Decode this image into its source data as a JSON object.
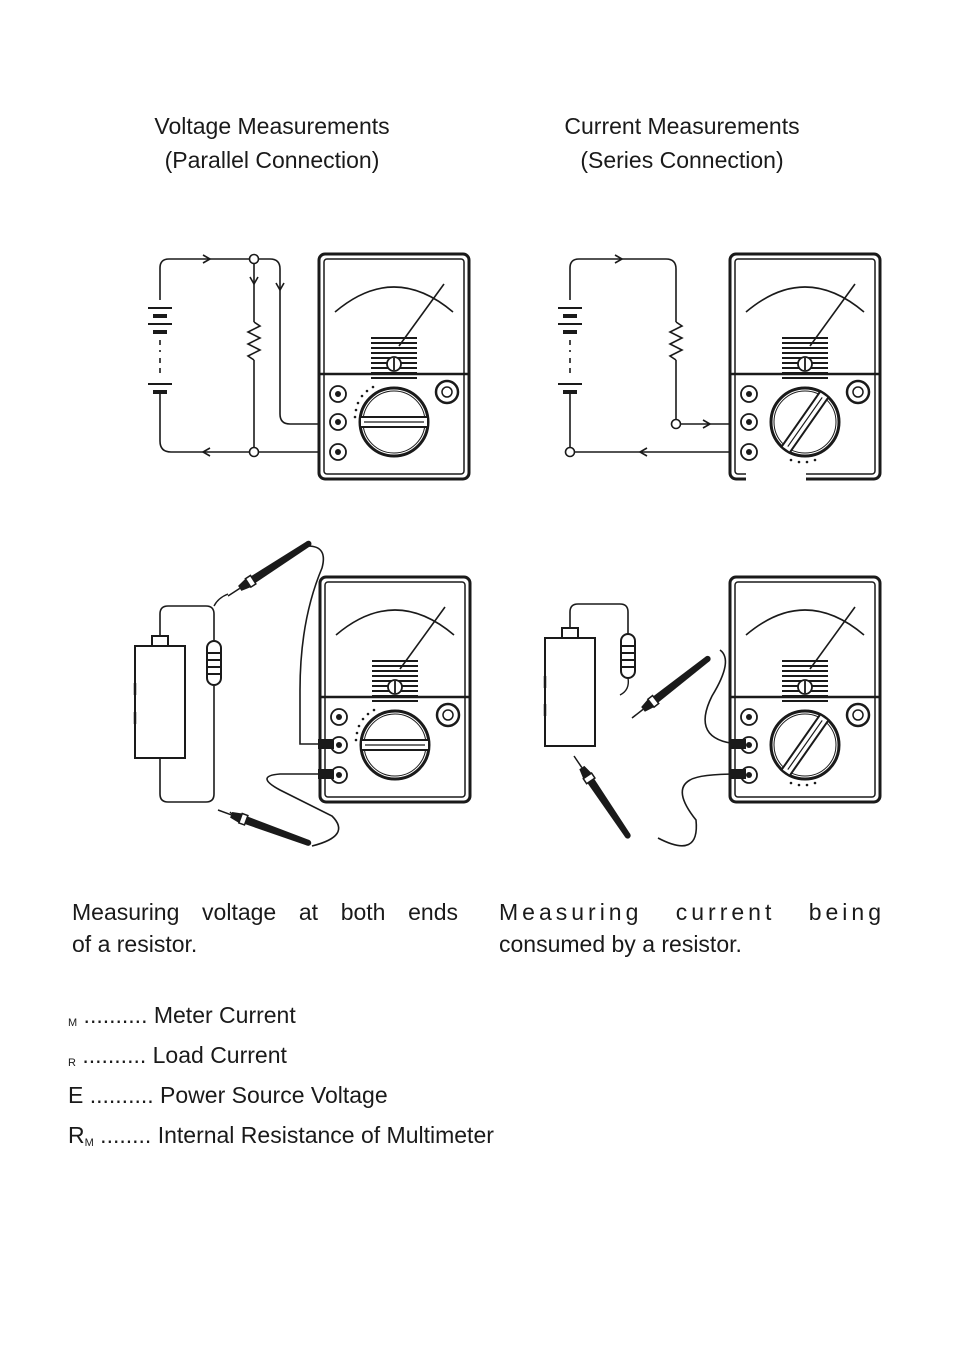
{
  "headings": {
    "left": {
      "line1": "Voltage Measurements",
      "line2": "(Parallel Connection)"
    },
    "right": {
      "line1": "Current Measurements",
      "line2": "(Series Connection)"
    }
  },
  "captions": {
    "left": {
      "line1": "Measuring voltage at both ends",
      "line2": "of a resistor."
    },
    "right": {
      "line1": "Measuring current being",
      "line2": "consumed by a resistor."
    }
  },
  "legend": [
    {
      "symbol": "",
      "sub": "M",
      "dots": " ..........",
      "text": " Meter Current"
    },
    {
      "symbol": "",
      "sub": "R",
      "dots": " ..........",
      "text": " Load Current"
    },
    {
      "symbol": "E",
      "sub": "",
      "dots": " ..........",
      "text": " Power Source Voltage"
    },
    {
      "symbol": "R",
      "sub": "M",
      "dots": " ........",
      "text": " Internal Resistance of Multimeter"
    }
  ]
}
